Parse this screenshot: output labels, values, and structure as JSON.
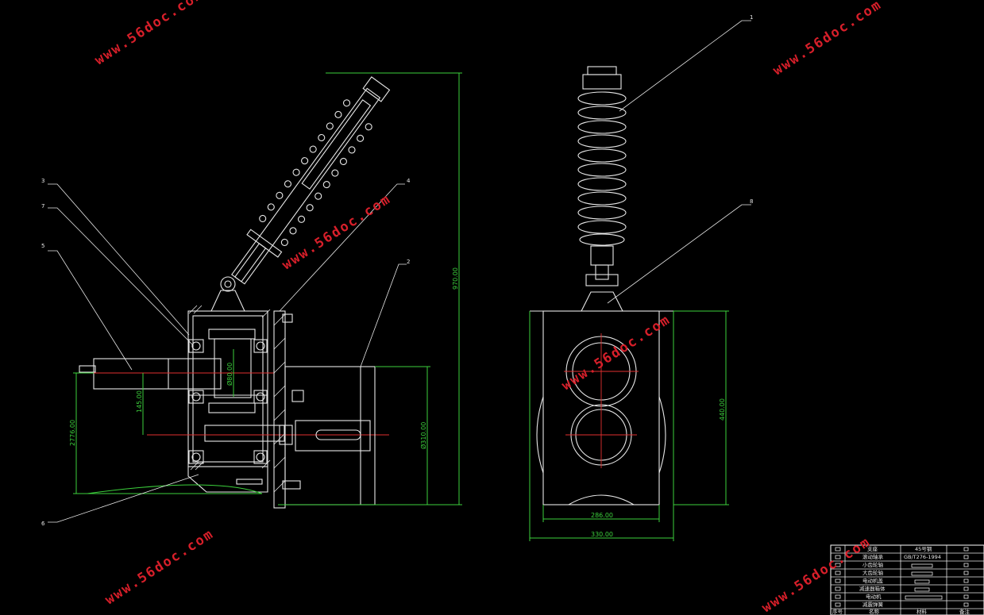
{
  "dimensions": {
    "overall_height": "970.00",
    "shaft_dia": "Ø80.00",
    "offset": "145.00",
    "left_height": "2776.00",
    "flange_dia": "Ø310.00",
    "box_height": "440.00",
    "inner_width": "286.00",
    "outer_width": "330.00"
  },
  "part_labels": {
    "p1": "1",
    "p2": "2",
    "p3": "3",
    "p4": "4",
    "p5": "5",
    "p6": "6",
    "p7": "7",
    "p8": "8"
  },
  "watermark": "www.56doc.com",
  "title_block": {
    "rows": [
      {
        "name": "支座",
        "material": "45号钢"
      },
      {
        "name": "滚动轴承",
        "material": "GB/T276-1994"
      },
      {
        "name": "小齿轮轴",
        "material": ""
      },
      {
        "name": "大齿轮轴",
        "material": ""
      },
      {
        "name": "电动机盖",
        "material": ""
      },
      {
        "name": "减速器箱体",
        "material": ""
      },
      {
        "name": "电动机",
        "material": ""
      },
      {
        "name": "减震弹簧",
        "material": ""
      }
    ],
    "header": {
      "seq": "序号",
      "name": "名称",
      "material": "材料",
      "note": "备注"
    }
  }
}
